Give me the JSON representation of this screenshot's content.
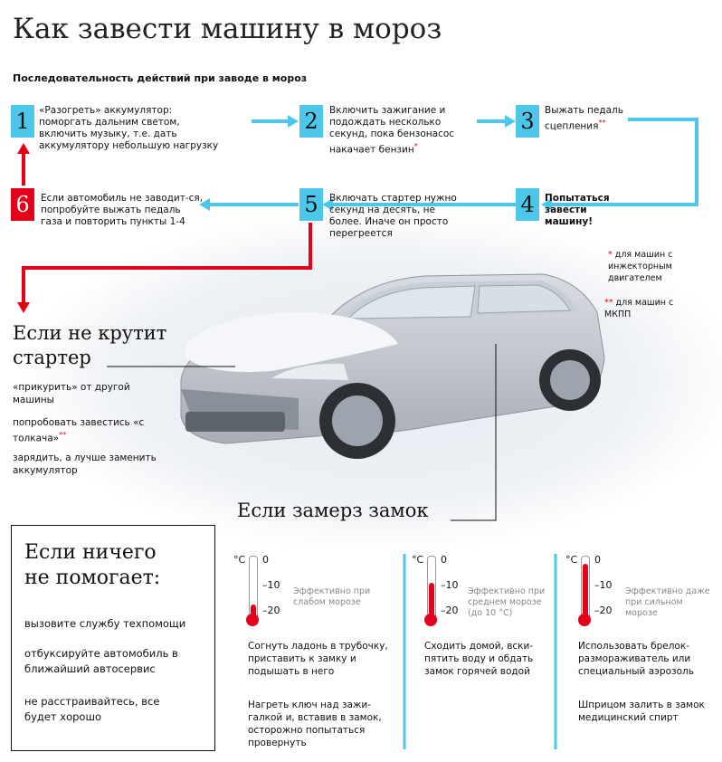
{
  "title": "Как завести машину в мороз",
  "subtitle": "Последовательность действий при заводе в мороз",
  "steps": [
    {
      "num": "1",
      "text": "«Разогреть» аккумулятор: поморгать дальним светом, включить музыку, т.е. дать аккумулятору небольшую нагрузку"
    },
    {
      "num": "2",
      "text": "Включить зажигание и подождать несколько секунд, пока бензонасос накачает бензин",
      "mark": "*"
    },
    {
      "num": "3",
      "text": "Выжать педаль сцепления",
      "mark": "**"
    },
    {
      "num": "4",
      "text": "Попытаться завести машину!"
    },
    {
      "num": "5",
      "text": "Включать стартер нужно секунд на десять, не более. Иначе он просто перегреется"
    },
    {
      "num": "6",
      "text": "Если автомобиль не заводит-ся, попробуйте выжать педаль газа и повторить пункты 1-4"
    }
  ],
  "footnotes": [
    {
      "mark": "*",
      "text": "для машин с инжекторным двигателем"
    },
    {
      "mark": "**",
      "text": "для машин с МКПП"
    }
  ],
  "starter": {
    "heading": "Если не крутит стартер",
    "tips": [
      {
        "text": "«прикурить» от другой машины"
      },
      {
        "text": "попробовать завестись «с толкача»",
        "mark": "**"
      },
      {
        "text": "зарядить, а лучше заменить аккумулятор"
      }
    ]
  },
  "lock_heading": "Если замерз замок",
  "nothing_helps": {
    "heading": "Если ничего не помогает:",
    "items": [
      "вызовите службу техпомощи",
      "отбуксируйте автомобиль в ближайший автосервис",
      "не расстраивайтесь, все будет хорошо"
    ]
  },
  "thermometers": [
    {
      "unit": "°C",
      "scale": [
        "0",
        "–10",
        "–20"
      ],
      "level": 0.15,
      "label": "Эффективно при слабом морозе",
      "tips": [
        "Согнуть ладонь в трубочку, приставить к замку и подышать в него",
        "Нагреть ключ над зажи-галкой и, вставив в замок, осторожно попытаться провернуть"
      ]
    },
    {
      "unit": "°C",
      "scale": [
        "0",
        "–10",
        "–20"
      ],
      "level": 0.55,
      "label": "Эффективно при среднем морозе (до 10 °С)",
      "tips": [
        "Сходить домой, вски-пятить воду и обдать замок горячей водой"
      ]
    },
    {
      "unit": "°C",
      "scale": [
        "0",
        "–10",
        "–20"
      ],
      "level": 0.9,
      "label": "Эффективно даже при сильном морозе",
      "tips": [
        "Использовать брелок-размораживатель или специальный аэрозоль",
        "Шприцом залить в замок медицинский спирт"
      ]
    }
  ],
  "colors": {
    "accent_blue": "#4cc7ea",
    "accent_red": "#e4001b"
  }
}
